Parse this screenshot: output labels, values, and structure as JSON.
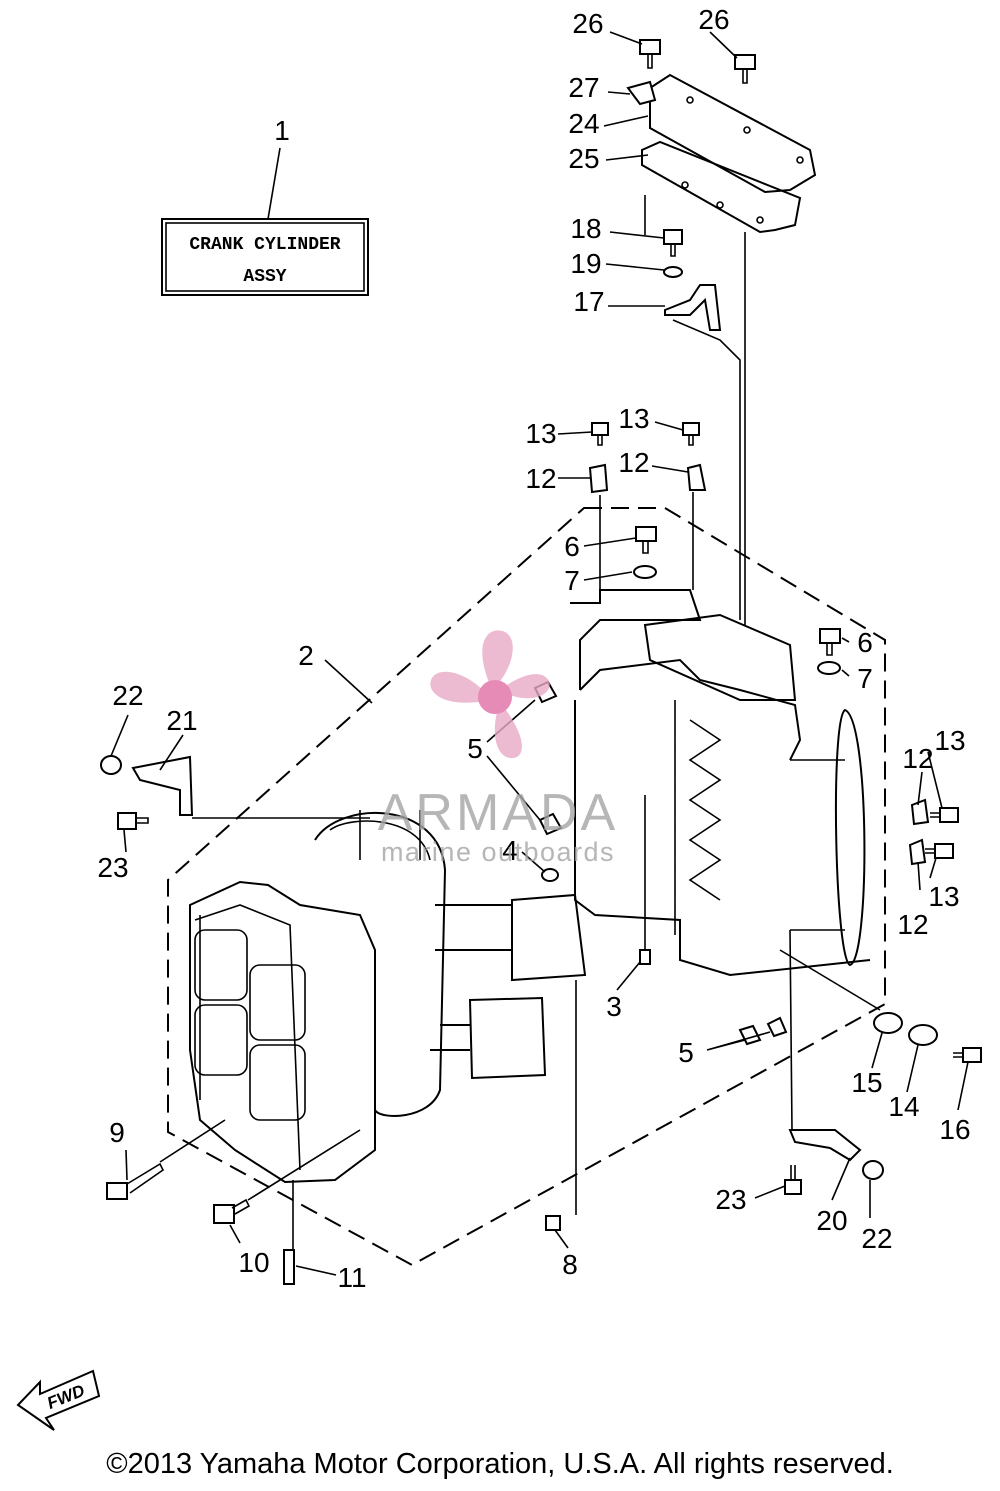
{
  "title_box": {
    "line1": "CRANK CYLINDER",
    "line2": "ASSY"
  },
  "watermark": {
    "name": "ARMADA",
    "tagline": "marine outboards",
    "logo_color": "#e8a9c6",
    "text_color": "#a4a4a4"
  },
  "fwd_arrow": {
    "label": "FWD"
  },
  "copyright": "©2013 Yamaha Motor Corporation, U.S.A. All rights reserved.",
  "callouts": {
    "c1": "1",
    "c2": "2",
    "c3": "3",
    "c4": "4",
    "c5a": "5",
    "c5b": "5",
    "c6a": "6",
    "c6b": "6",
    "c7a": "7",
    "c7b": "7",
    "c8": "8",
    "c9": "9",
    "c10": "10",
    "c11": "11",
    "c12a": "12",
    "c12b": "12",
    "c12c": "12",
    "c12d": "12",
    "c13a": "13",
    "c13b": "13",
    "c13c": "13",
    "c13d": "13",
    "c14": "14",
    "c15": "15",
    "c16": "16",
    "c17": "17",
    "c18": "18",
    "c19": "19",
    "c20": "20",
    "c21": "21",
    "c22a": "22",
    "c22b": "22",
    "c23a": "23",
    "c23b": "23",
    "c24": "24",
    "c25": "25",
    "c26a": "26",
    "c26b": "26",
    "c27": "27"
  }
}
